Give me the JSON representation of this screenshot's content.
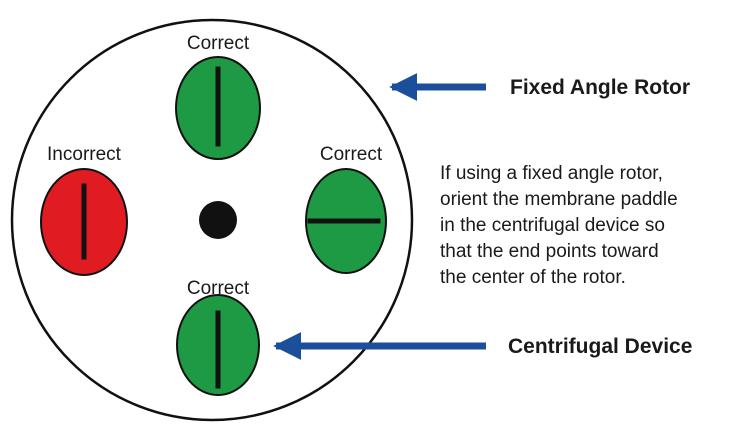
{
  "rotor": {
    "label": "Fixed Angle Rotor"
  },
  "device": {
    "label": "Centrifugal Device"
  },
  "positions": [
    {
      "id": "top",
      "label": "Correct",
      "status": "correct",
      "orientation": "vertical"
    },
    {
      "id": "right",
      "label": "Correct",
      "status": "correct",
      "orientation": "horizontal"
    },
    {
      "id": "bottom",
      "label": "Correct",
      "status": "correct",
      "orientation": "vertical"
    },
    {
      "id": "left",
      "label": "Incorrect",
      "status": "incorrect",
      "orientation": "vertical"
    }
  ],
  "instructions": {
    "lines": [
      "If using a fixed angle rotor,",
      "orient the membrane paddle",
      "in the centrifugal device so",
      "that the end points toward",
      "the center of the rotor."
    ]
  },
  "colors": {
    "correct_fill": "#1e9a44",
    "incorrect_fill": "#e11b22",
    "arrow": "#1b4f9c",
    "outline": "#111111"
  }
}
